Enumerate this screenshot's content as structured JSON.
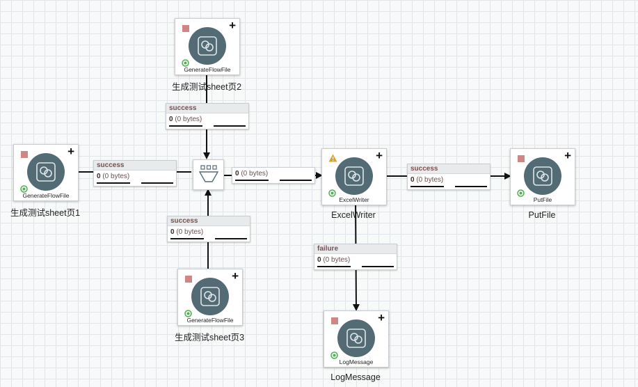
{
  "processors": {
    "gen1": {
      "type_label": "GenerateFlowFile",
      "name": "生成测试sheet页1"
    },
    "gen2": {
      "type_label": "GenerateFlowFile",
      "name": "生成测试sheet页2"
    },
    "gen3": {
      "type_label": "GenerateFlowFile",
      "name": "生成测试sheet页3"
    },
    "excel": {
      "type_label": "ExcelWriter",
      "name": "ExcelWriter"
    },
    "putfile": {
      "type_label": "PutFile",
      "name": "PutFile"
    },
    "logmsg": {
      "type_label": "LogMessage",
      "name": "LogMessage"
    }
  },
  "connections": {
    "gen2_funnel": {
      "relationship": "success",
      "count": "0",
      "size": "(0 bytes)"
    },
    "gen1_funnel": {
      "relationship": "success",
      "count": "0",
      "size": "(0 bytes)"
    },
    "gen3_funnel": {
      "relationship": "success",
      "count": "0",
      "size": "(0 bytes)"
    },
    "funnel_excel": {
      "count": "0",
      "size": "(0 bytes)"
    },
    "excel_putfile": {
      "relationship": "success",
      "count": "0",
      "size": "(0 bytes)"
    },
    "excel_log": {
      "relationship": "failure",
      "count": "0",
      "size": "(0 bytes)"
    }
  },
  "colors": {
    "stopped": "#d18686",
    "processor_icon_bg": "#536b75",
    "running_icon": "#4caf50",
    "warning": "#e0a020",
    "relationship_text": "#7b4f4f"
  },
  "icons": {
    "processor": "processor-icon",
    "stopped": "stopped-icon",
    "running": "running-indicator-icon",
    "warning": "warning-icon",
    "add": "plus-icon",
    "funnel": "funnel-icon"
  }
}
